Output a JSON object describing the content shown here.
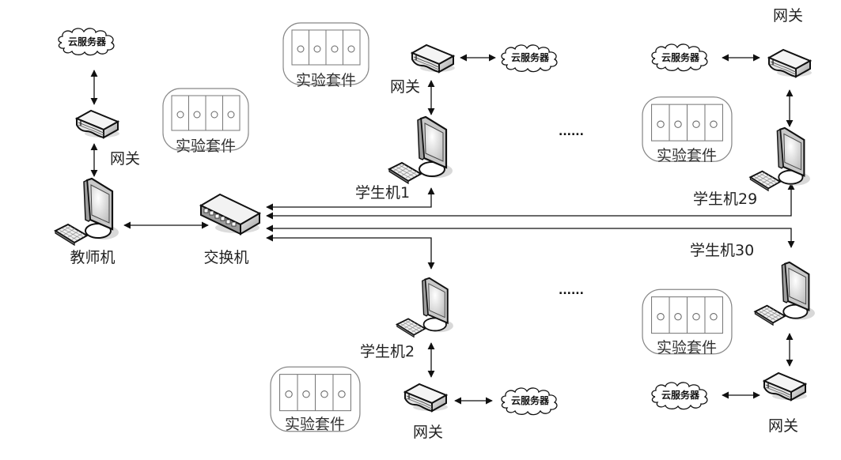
{
  "diagram": {
    "type": "network-topology",
    "teacher": {
      "label": "教师机",
      "gateway_label": "网关",
      "cloud_label": "云服务器",
      "kit_label": "实验套件"
    },
    "switch": {
      "label": "交换机"
    },
    "students": [
      {
        "id": "s1",
        "label": "学生机1",
        "gateway_label": "网关",
        "cloud_label": "云服务器",
        "kit_label": "实验套件"
      },
      {
        "id": "s2",
        "label": "学生机2",
        "gateway_label": "网关",
        "cloud_label": "云服务器",
        "kit_label": "实验套件"
      },
      {
        "id": "s29",
        "label": "学生机29",
        "gateway_label": "网关",
        "cloud_label": "云服务器",
        "kit_label": "实验套件"
      },
      {
        "id": "s30",
        "label": "学生机30",
        "gateway_label": "网关",
        "cloud_label": "云服务器",
        "kit_label": "实验套件"
      }
    ],
    "ellipsis_top": "......",
    "ellipsis_bottom": "......",
    "kit_slots": 4,
    "colors": {
      "line": "#111111",
      "kit_border": "#888888",
      "device_dark": "#1a1a1a",
      "device_light": "#e8e8e8"
    }
  }
}
